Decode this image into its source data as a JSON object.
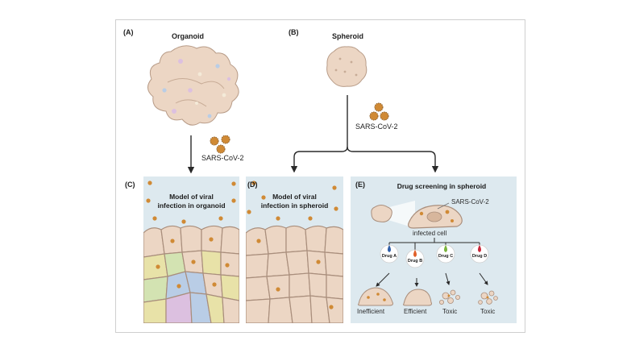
{
  "panels": {
    "a": {
      "letter": "(A)",
      "title": "Organoid",
      "virus_label": "SARS-CoV-2"
    },
    "b": {
      "letter": "(B)",
      "title": "Spheroid",
      "virus_label": "SARS-CoV-2"
    },
    "c": {
      "letter": "(C)",
      "title_line1": "Model of viral",
      "title_line2": "infection in organoid"
    },
    "d": {
      "letter": "(D)",
      "title_line1": "Model of viral",
      "title_line2": "infection in spheroid"
    },
    "e": {
      "letter": "(E)",
      "title": "Drug screening in spheroid",
      "virus_label": "SARS-CoV-2",
      "cell_label": "infected cell",
      "drugs": [
        {
          "name": "Drug A",
          "color": "#2f5fa8",
          "outcome": "Inefficient"
        },
        {
          "name": "Drug B",
          "color": "#e0602a",
          "outcome": "Efficient"
        },
        {
          "name": "Drug C",
          "color": "#7ab43c",
          "outcome": "Toxic"
        },
        {
          "name": "Drug D",
          "color": "#c8283a",
          "outcome": "Toxic"
        }
      ]
    }
  },
  "colors": {
    "panel_bg": "#dde9ef",
    "cell_fill": "#ecd6c4",
    "cell_stroke": "#a98e7c",
    "virus": "#d08a35",
    "organoid_blue": "#b9cde6",
    "organoid_yellow": "#e8e2a8",
    "organoid_pink": "#dcc0e0",
    "organoid_green": "#d3e3b2"
  }
}
